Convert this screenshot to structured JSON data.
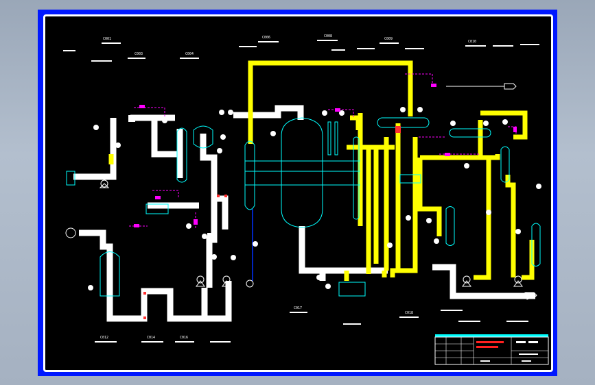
{
  "colors": {
    "frame_blue": "#0018ff",
    "background": "#000000",
    "main_pipe": "#ffffff",
    "hot_pipe": "#ffff00",
    "equipment": "#00ffff",
    "instrument": "#ff00ff",
    "title_bar": "#00ffff"
  },
  "labels": {
    "top": [
      "C001",
      "C003",
      "C004",
      "C006",
      "C008",
      "C009",
      "C010"
    ],
    "bottom": [
      "C012",
      "C014",
      "C016",
      "C017",
      "C018"
    ]
  },
  "title_block": {
    "drawing_title": "",
    "drawing_no": ""
  }
}
